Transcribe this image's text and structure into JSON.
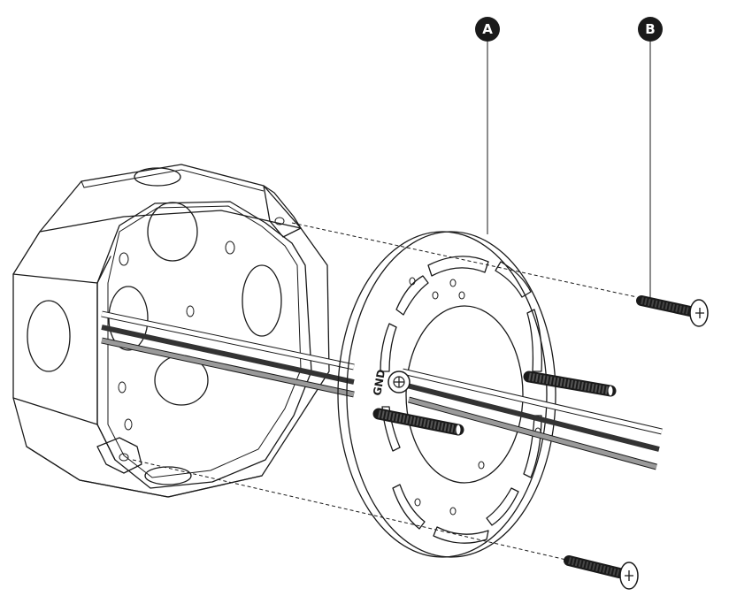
{
  "callouts": [
    {
      "id": "A",
      "label": "A"
    },
    {
      "id": "B",
      "label": "B"
    }
  ],
  "ground_label": "GND",
  "colors": {
    "line": "#1a1a1a",
    "callout_fill": "#1a1a1a",
    "wire_black": "#333333",
    "wire_gray": "#9a9a9a",
    "wire_white": "#ffffff"
  },
  "parts": [
    "octagon-junction-box",
    "mounting-plate",
    "mounting-screw",
    "threaded-nipple",
    "ground-screw",
    "wires"
  ]
}
